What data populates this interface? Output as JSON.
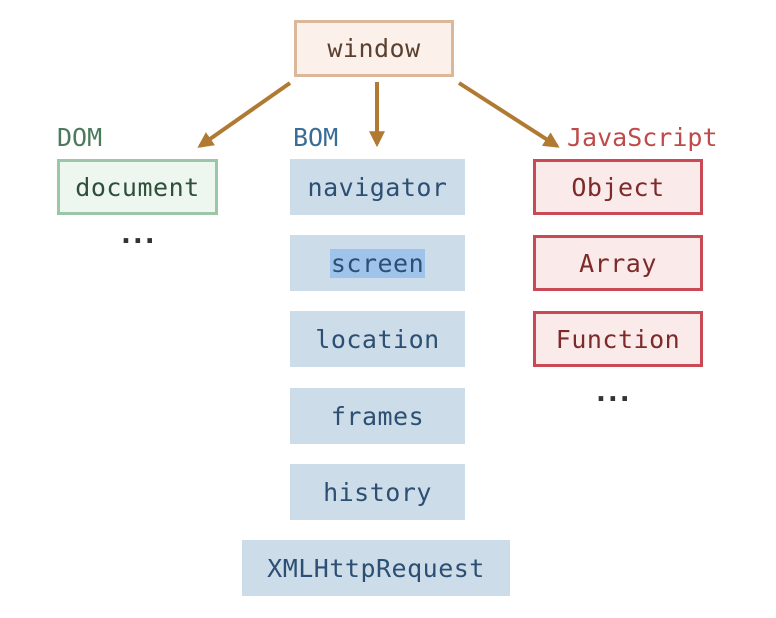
{
  "root": {
    "label": "window"
  },
  "groups": {
    "dom": {
      "heading": "DOM",
      "items": [
        "document"
      ],
      "ellipsis": "..."
    },
    "bom": {
      "heading": "BOM",
      "items": [
        {
          "label": "navigator",
          "highlighted": false
        },
        {
          "label": "screen",
          "highlighted": true
        },
        {
          "label": "location",
          "highlighted": false
        },
        {
          "label": "frames",
          "highlighted": false
        },
        {
          "label": "history",
          "highlighted": false
        },
        {
          "label": "XMLHttpRequest",
          "highlighted": false
        }
      ]
    },
    "javascript": {
      "heading": "JavaScript",
      "items": [
        "Object",
        "Array",
        "Function"
      ],
      "ellipsis": "..."
    }
  },
  "colors": {
    "root_border": "#dcb89b",
    "root_fill": "#fbf1ea",
    "arrow": "#b07a33",
    "dom": "#4d7a5b",
    "bom": "#3a6d96",
    "bom_fill": "#ccdce8",
    "bom_highlight": "#9fc3ea",
    "javascript": "#c04a4a"
  }
}
